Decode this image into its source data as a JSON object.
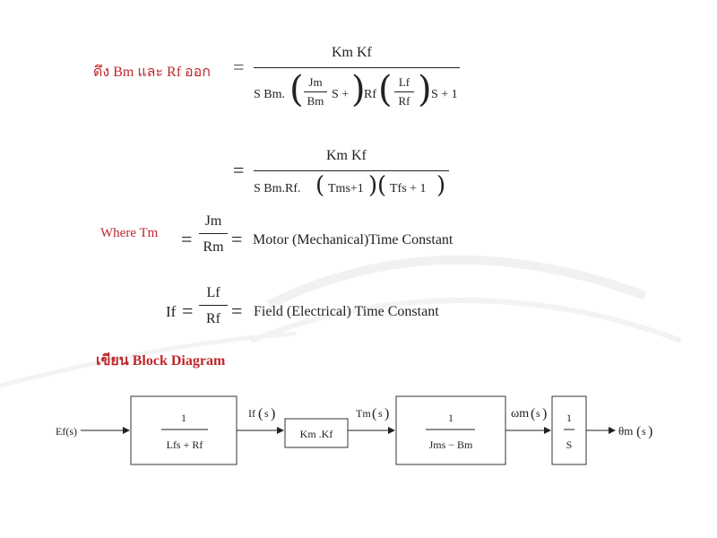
{
  "eq1": {
    "label": "ดึง Bm และ Rf ออก",
    "equals": "=",
    "num": "Km Kf",
    "den_s_bm": "S Bm.",
    "den_jm": "Jm",
    "den_bm": "Bm",
    "den_s_plus": "S +",
    "den_rf": "Rf",
    "den_lf": "Lf",
    "den_rf2": "Rf",
    "den_s_plus_1": "S + 1"
  },
  "eq2": {
    "equals": "=",
    "num": "Km Kf",
    "den_a": "S Bm.Rf.",
    "den_b": "Tms+1",
    "den_c": "Tfs + 1"
  },
  "eq3": {
    "label": "Where Tm",
    "equals": "=",
    "num": "Jm",
    "den": "Rm",
    "equals2": "=",
    "text": "Motor (Mechanical)Time Constant"
  },
  "eq4": {
    "label": "If",
    "equals": "=",
    "num": "Lf",
    "den": "Rf",
    "equals2": "=",
    "text": "Field (Electrical) Time Constant"
  },
  "section_title": "เขียน Block Diagram",
  "diagram": {
    "input": "Ef(s)",
    "block1": {
      "num": "1",
      "den": "Lfs + Rf"
    },
    "sig1": "If",
    "sig1_arg": "s",
    "block2": "Km .Kf",
    "sig2": "Tm",
    "sig2_arg": "s",
    "block3": {
      "num": "1",
      "den": "Jms − Bm"
    },
    "sig3": "ωm",
    "sig3_arg": "s",
    "block4": {
      "num": "1",
      "den": "S"
    },
    "output": "θm",
    "output_arg": "s"
  }
}
